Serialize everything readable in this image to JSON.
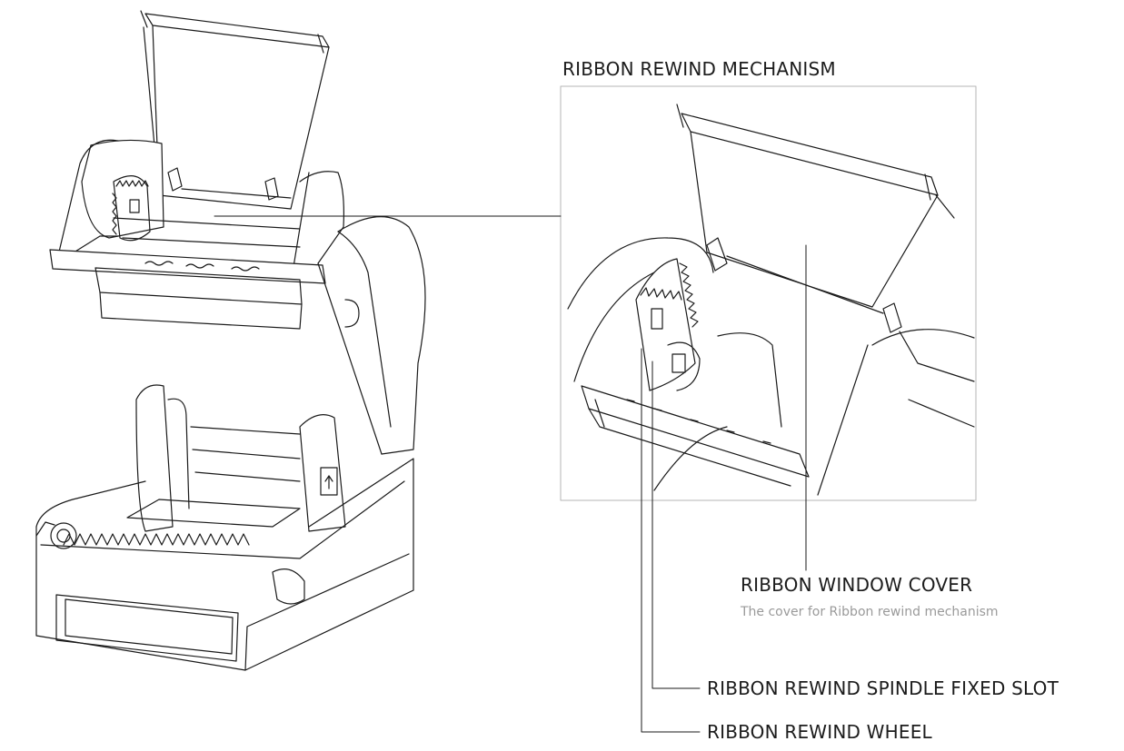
{
  "diagram": {
    "inset_title": "RIBBON REWIND MECHANISM",
    "callouts": [
      {
        "id": "window-cover",
        "title": "RIBBON WINDOW COVER",
        "description": "The cover for Ribbon rewind mechanism"
      },
      {
        "id": "spindle-slot",
        "title": "RIBBON REWIND SPINDLE FIXED SLOT"
      },
      {
        "id": "rewind-wheel",
        "title": "RIBBON REWIND WHEEL"
      }
    ],
    "colors": {
      "line": "#1a1a1a",
      "frame": "#b5b5b5",
      "subtext": "#9a9a9a"
    }
  }
}
